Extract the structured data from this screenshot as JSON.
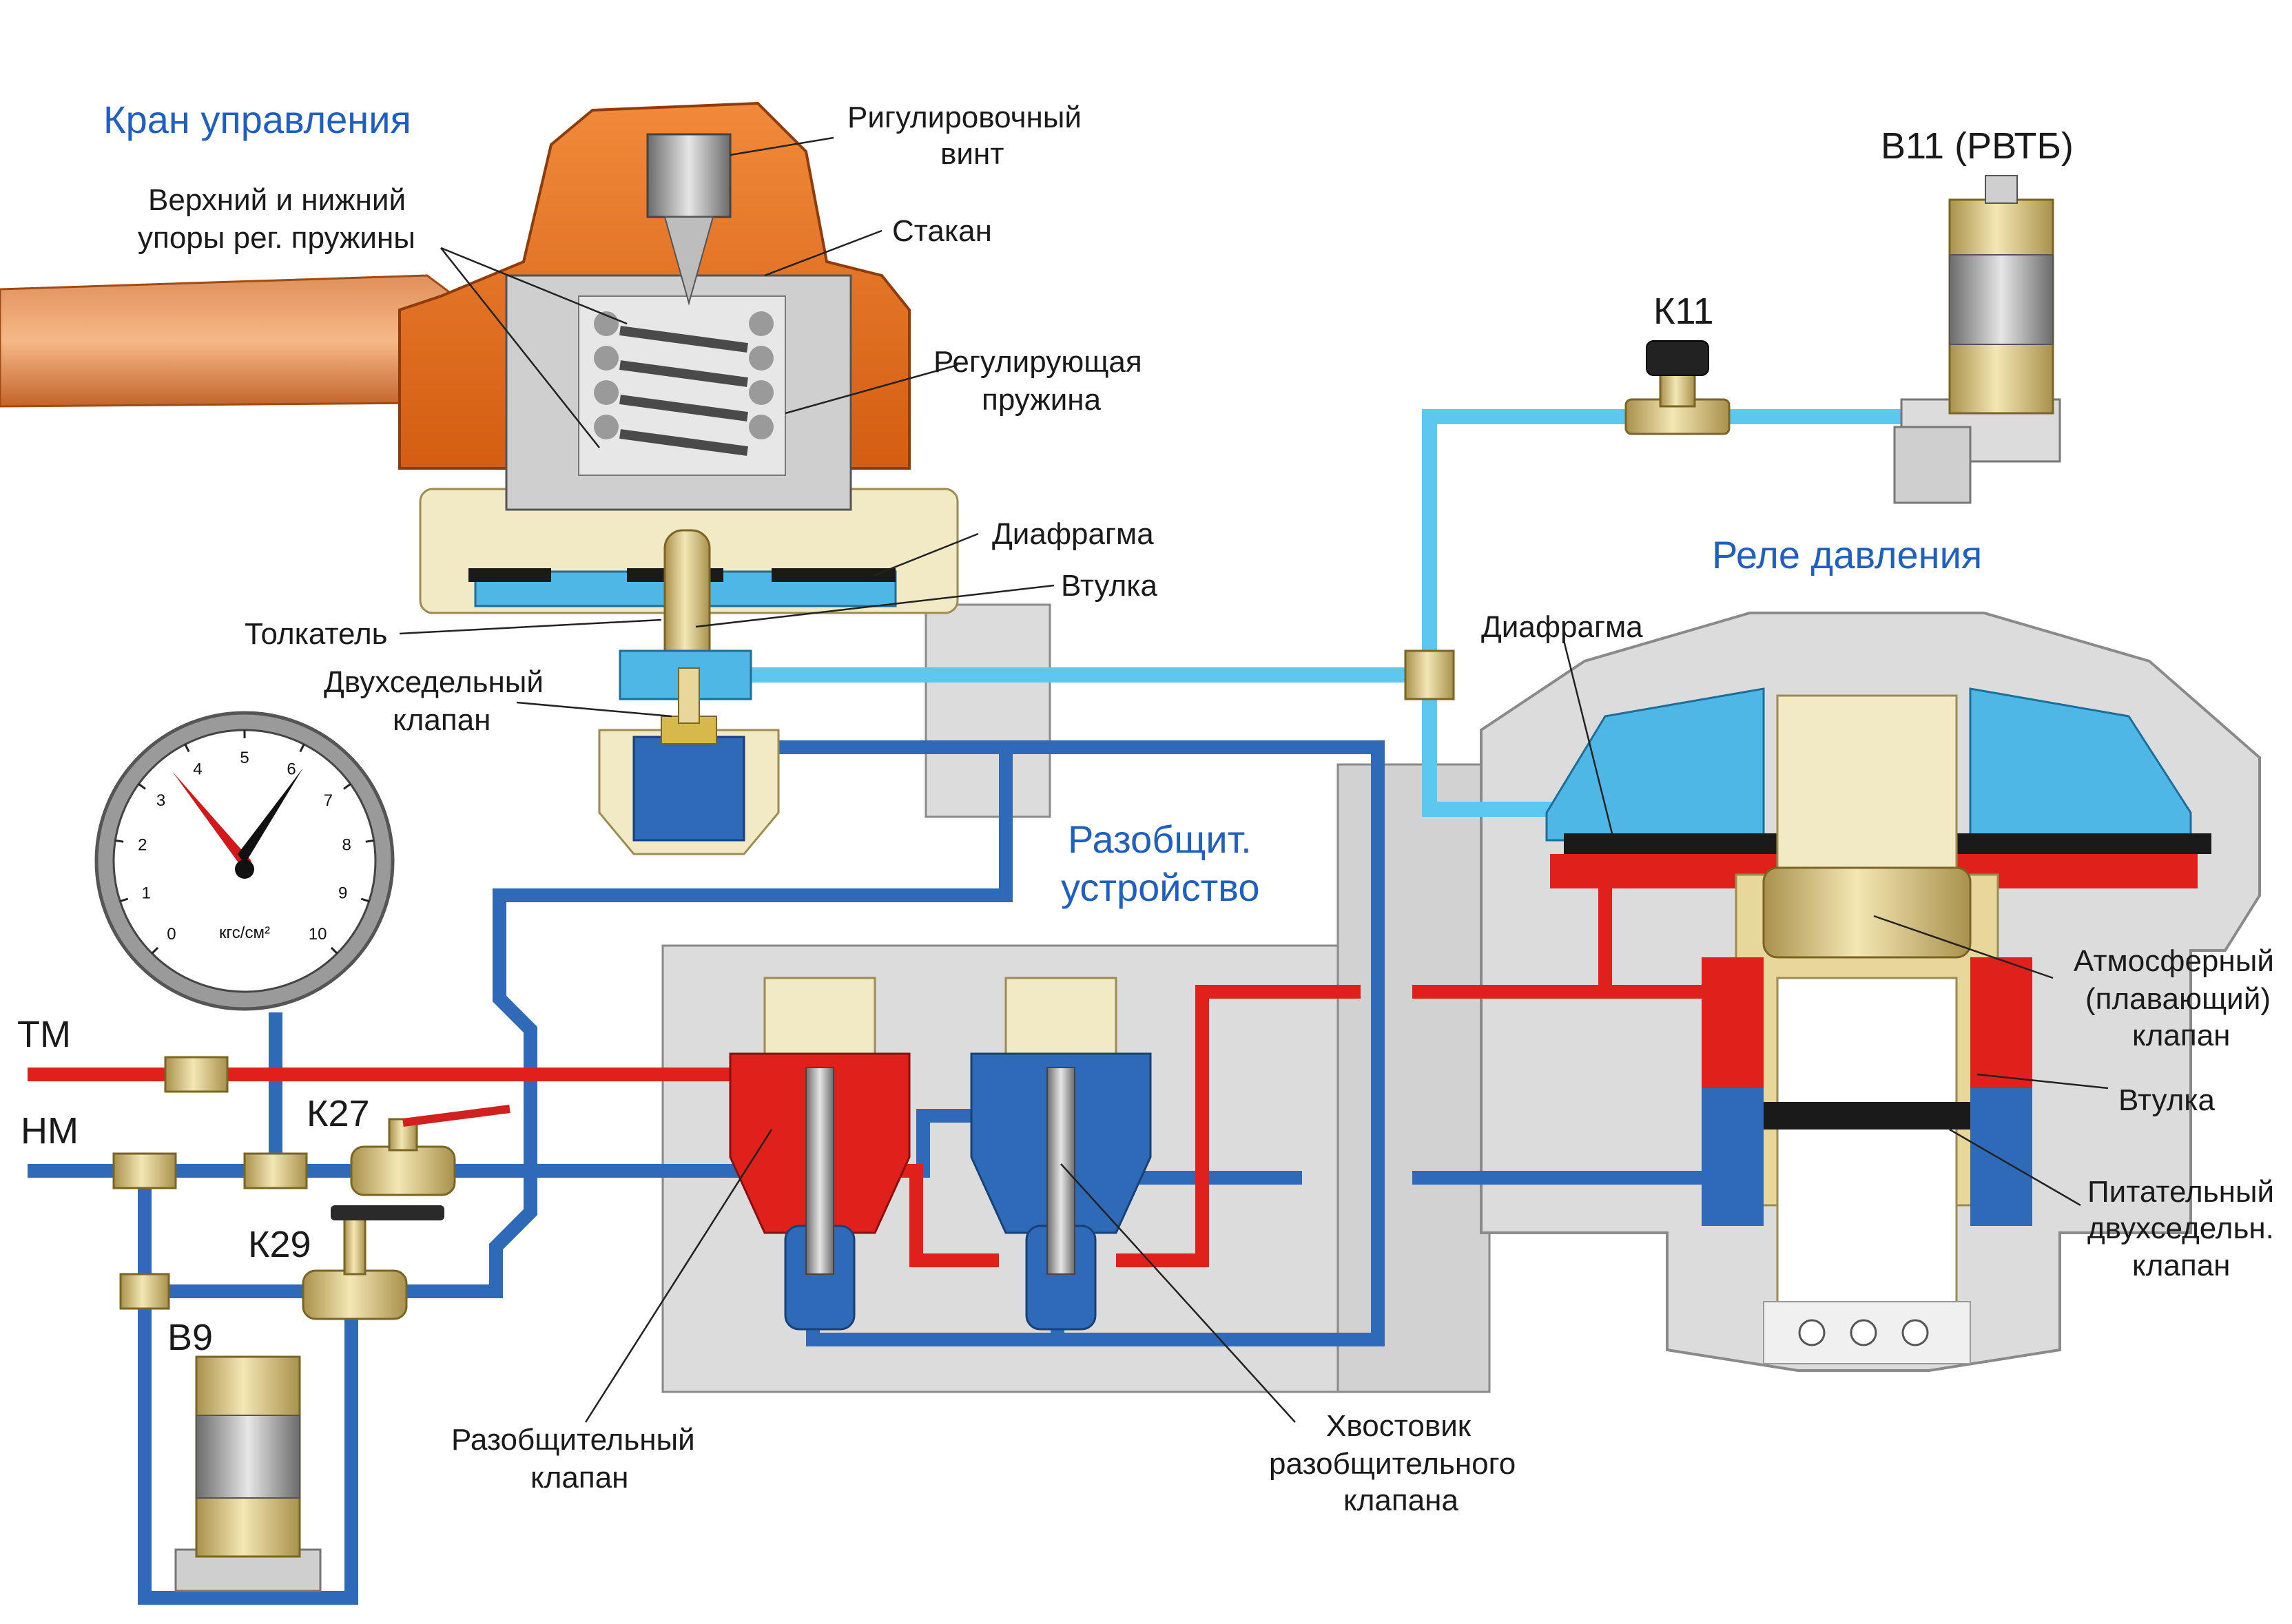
{
  "titles": {
    "control_valve": "Кран управления",
    "pressure_relay": "Реле давления",
    "disconnect_1": "Разобщит.",
    "disconnect_2": "устройство"
  },
  "labels": {
    "adjust_screw_1": "Ригулировочный",
    "adjust_screw_2": "винт",
    "spring_stops_1": "Верхний и нижний",
    "spring_stops_2": "упоры рег. пружины",
    "cup": "Стакан",
    "reg_spring_1": "Регулирующая",
    "reg_spring_2": "пружина",
    "diaphragm_top": "Диафрагма",
    "bushing_top": "Втулка",
    "pusher": "Толкатель",
    "double_seat_1": "Двухседельный",
    "double_seat_2": "клапан",
    "k11": "К11",
    "b11": "В11 (РВТБ)",
    "diaphragm_relay": "Диафрагма",
    "atm_valve_1": "Атмосферный",
    "atm_valve_2": "(плавающий)",
    "atm_valve_3": "клапан",
    "bushing_relay": "Втулка",
    "feed_valve_1": "Питательный",
    "feed_valve_2": "двухседельн.",
    "feed_valve_3": "клапан",
    "tm": "ТМ",
    "nm": "НМ",
    "k27": "К27",
    "k29": "К29",
    "b9": "В9",
    "disc_valve_1": "Разобщительный",
    "disc_valve_2": "клапан",
    "tail_1": "Хвостовик",
    "tail_2": "разобщительного",
    "tail_3": "клапана"
  },
  "gauge": {
    "unit": "кгс/см²",
    "ticks": [
      "0",
      "1",
      "2",
      "3",
      "4",
      "5",
      "6",
      "7",
      "8",
      "9",
      "10"
    ]
  },
  "colors": {
    "tm_line": "#e0201b",
    "nm_line": "#2e6ab8",
    "control_line": "#5cc8f0",
    "body_grey": "#dcdcdc",
    "brass": "#e8d79a",
    "handle": "#e8731f",
    "title_blue": "#1f5fbf"
  }
}
